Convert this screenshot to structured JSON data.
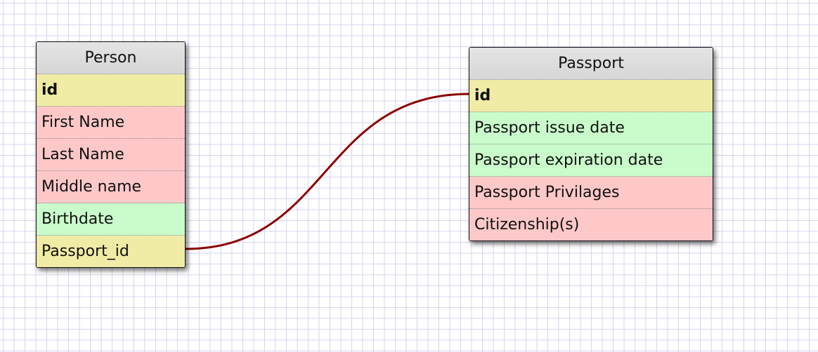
{
  "tables": [
    {
      "name": "Person",
      "rows": [
        {
          "label": "id",
          "key": true,
          "color": "#f0eca6"
        },
        {
          "label": "First Name",
          "color": "#fec8c8"
        },
        {
          "label": "Last Name",
          "color": "#fec8c8"
        },
        {
          "label": "Middle name",
          "color": "#fec8c8"
        },
        {
          "label": "Birthdate",
          "color": "#c9fcca"
        },
        {
          "label": "Passport_id",
          "color": "#f0eca6"
        }
      ]
    },
    {
      "name": "Passport",
      "rows": [
        {
          "label": "id",
          "key": true,
          "color": "#f0eca6"
        },
        {
          "label": "Passport issue date",
          "color": "#c9fcca"
        },
        {
          "label": "Passport expiration date",
          "color": "#c9fcca"
        },
        {
          "label": "Passport Privilages",
          "color": "#fec8c8"
        },
        {
          "label": "Citizenship(s)",
          "color": "#fec8c8"
        }
      ]
    }
  ],
  "relationships": [
    {
      "from": "Person.Passport_id",
      "to": "Passport.id",
      "color": "#8b0000"
    }
  ],
  "colors": {
    "key_field": "#f0eca6",
    "red_field": "#fec8c8",
    "green_field": "#c9fcca",
    "header": "#dcdcdc",
    "grid": "#d6d4f2",
    "relationship_line": "#8b0000"
  }
}
